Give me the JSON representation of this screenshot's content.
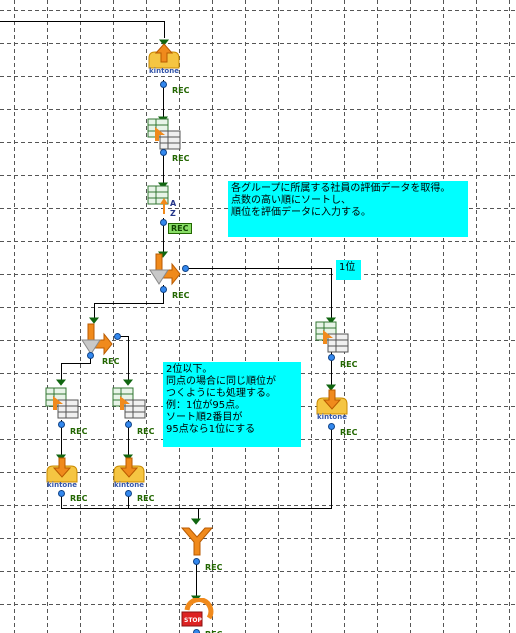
{
  "rec_label": "REC",
  "kintone_label": "kintone",
  "comments": {
    "c1": "各グループに所属する社員の評価データを取得。\n点数の高い順にソートし、\n順位を評価データに入力する。",
    "c2": "1位",
    "c3": "2位以下。\n同点の場合に同じ順位が\nつくようにも処理する。\n例：1位が95点。\nソート順2番目が\n95点なら1位にする"
  },
  "colors": {
    "grid": "#555555",
    "connector": "#000000",
    "comment_bg": "#00ffff",
    "rec_text": "#226600",
    "port": "#3388ee"
  },
  "nodes": [
    {
      "id": "kintone-get",
      "icon": "kintone-upload-icon"
    },
    {
      "id": "data-convert-1",
      "icon": "table-convert-icon"
    },
    {
      "id": "sort",
      "icon": "table-sort-icon"
    },
    {
      "id": "condition-1",
      "icon": "branch-icon"
    },
    {
      "id": "condition-2",
      "icon": "branch-icon"
    },
    {
      "id": "convert-first",
      "icon": "table-convert-icon"
    },
    {
      "id": "kintone-first",
      "icon": "kintone-download-icon"
    },
    {
      "id": "convert-left",
      "icon": "table-convert-icon"
    },
    {
      "id": "convert-mid",
      "icon": "table-convert-icon"
    },
    {
      "id": "kintone-left",
      "icon": "kintone-download-icon"
    },
    {
      "id": "kintone-mid",
      "icon": "kintone-download-icon"
    },
    {
      "id": "merge",
      "icon": "merge-icon"
    },
    {
      "id": "stop",
      "icon": "stop-icon"
    }
  ]
}
